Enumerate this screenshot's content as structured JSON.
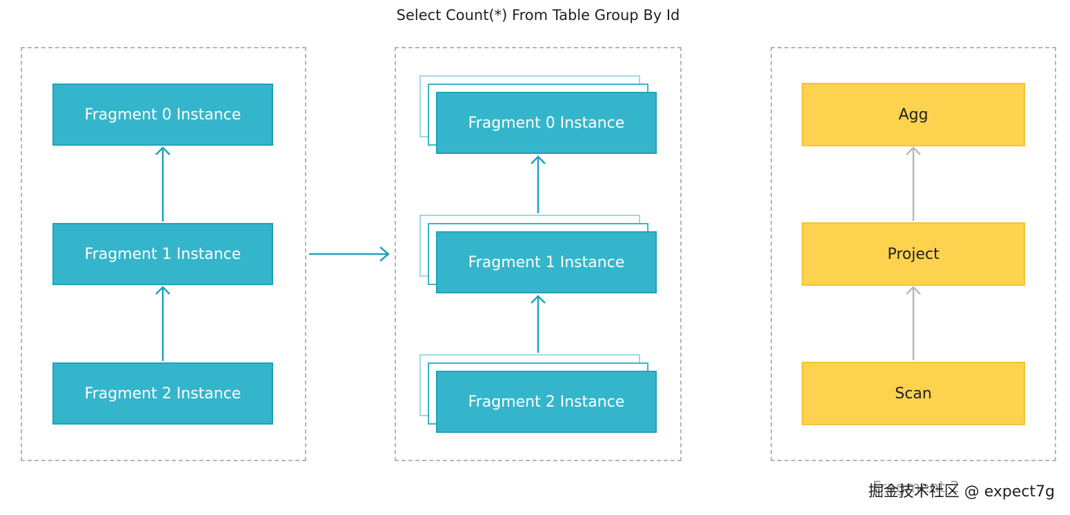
{
  "title": "Select Count(*) From Table Group By Id",
  "left_panel": {
    "fragments": [
      "Fragment 0 Instance",
      "Fragment 1 Instance",
      "Fragment 2 Instance"
    ]
  },
  "middle_panel": {
    "fragments": [
      "Fragment 0 Instance",
      "Fragment 1 Instance",
      "Fragment 2 Instance"
    ]
  },
  "right_panel": {
    "operators": [
      "Agg",
      "Project",
      "Scan"
    ]
  },
  "colors": {
    "fragment_fill": "#35b5cc",
    "fragment_border": "#1ea2bb",
    "fragment_arrow": "#1ea2bb",
    "operator_fill": "#fdd24f",
    "operator_border": "#f2c536",
    "operator_arrow": "#b8b8b8",
    "panel_border": "#b5b5b5"
  },
  "watermark": {
    "overlay": "Fragment 2",
    "text": "掘金技术社区 @ expect7g"
  }
}
